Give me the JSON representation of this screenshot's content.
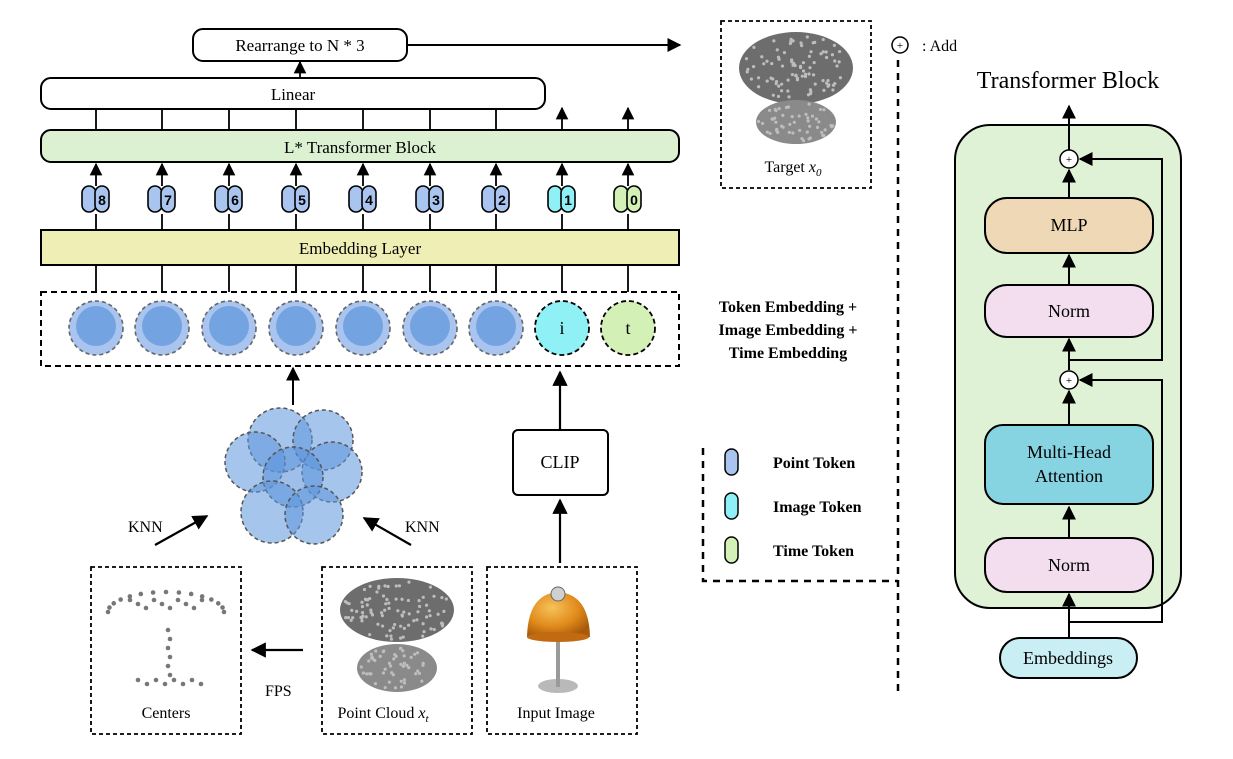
{
  "left": {
    "rearrange": "Rearrange to N * 3",
    "linear": "Linear",
    "transformer": "L* Transformer Block",
    "embedding_layer": "Embedding Layer",
    "tokens": [
      {
        "label": "8",
        "kind": "point"
      },
      {
        "label": "7",
        "kind": "point"
      },
      {
        "label": "6",
        "kind": "point"
      },
      {
        "label": "5",
        "kind": "point"
      },
      {
        "label": "4",
        "kind": "point"
      },
      {
        "label": "3",
        "kind": "point"
      },
      {
        "label": "2",
        "kind": "point"
      },
      {
        "label": "1",
        "kind": "image"
      },
      {
        "label": "0",
        "kind": "time"
      }
    ],
    "embed_circles": [
      "",
      "",
      "",
      "",
      "",
      "",
      "",
      "i",
      "t"
    ],
    "embed_desc": [
      "Token Embedding +",
      "Image Embedding +",
      "Time Embedding"
    ],
    "clip": "CLIP",
    "knn": "KNN",
    "fps": "FPS",
    "panels": {
      "centers": "Centers",
      "point_cloud": "Point Cloud",
      "point_cloud_var": "x",
      "point_cloud_sub": "t",
      "input_image": "Input Image",
      "target": "Target",
      "target_var": "x",
      "target_sub": "0"
    }
  },
  "legend": {
    "add_symbol": "+",
    "add": ": Add",
    "items": [
      {
        "label": "Point Token",
        "kind": "point"
      },
      {
        "label": "Image Token",
        "kind": "image"
      },
      {
        "label": "Time Token",
        "kind": "time"
      }
    ]
  },
  "right": {
    "title": "Transformer Block",
    "mlp": "MLP",
    "norm_top": "Norm",
    "mha_line1": "Multi-Head",
    "mha_line2": "Attention",
    "norm_bottom": "Norm",
    "embeddings": "Embeddings",
    "plus": "+"
  },
  "colors": {
    "point": "#a8c4ef",
    "image": "#8ff0f5",
    "time": "#d3f0b6",
    "transformer_fill": "#dbf1d2",
    "embedding_fill": "#efefb5",
    "mlp_fill": "#efd8b5",
    "norm_fill": "#f3def0",
    "mha_fill": "#86d3e2",
    "embeddings_fill": "#c9eef3",
    "block_bg": "#e0f2d6",
    "cloud_fill": "#5d95dc",
    "pc_gray": "#6d6d6d"
  },
  "icons": [
    "arrow-icon",
    "point-cloud-icon",
    "lamp-image-icon",
    "plus-circle-icon"
  ]
}
